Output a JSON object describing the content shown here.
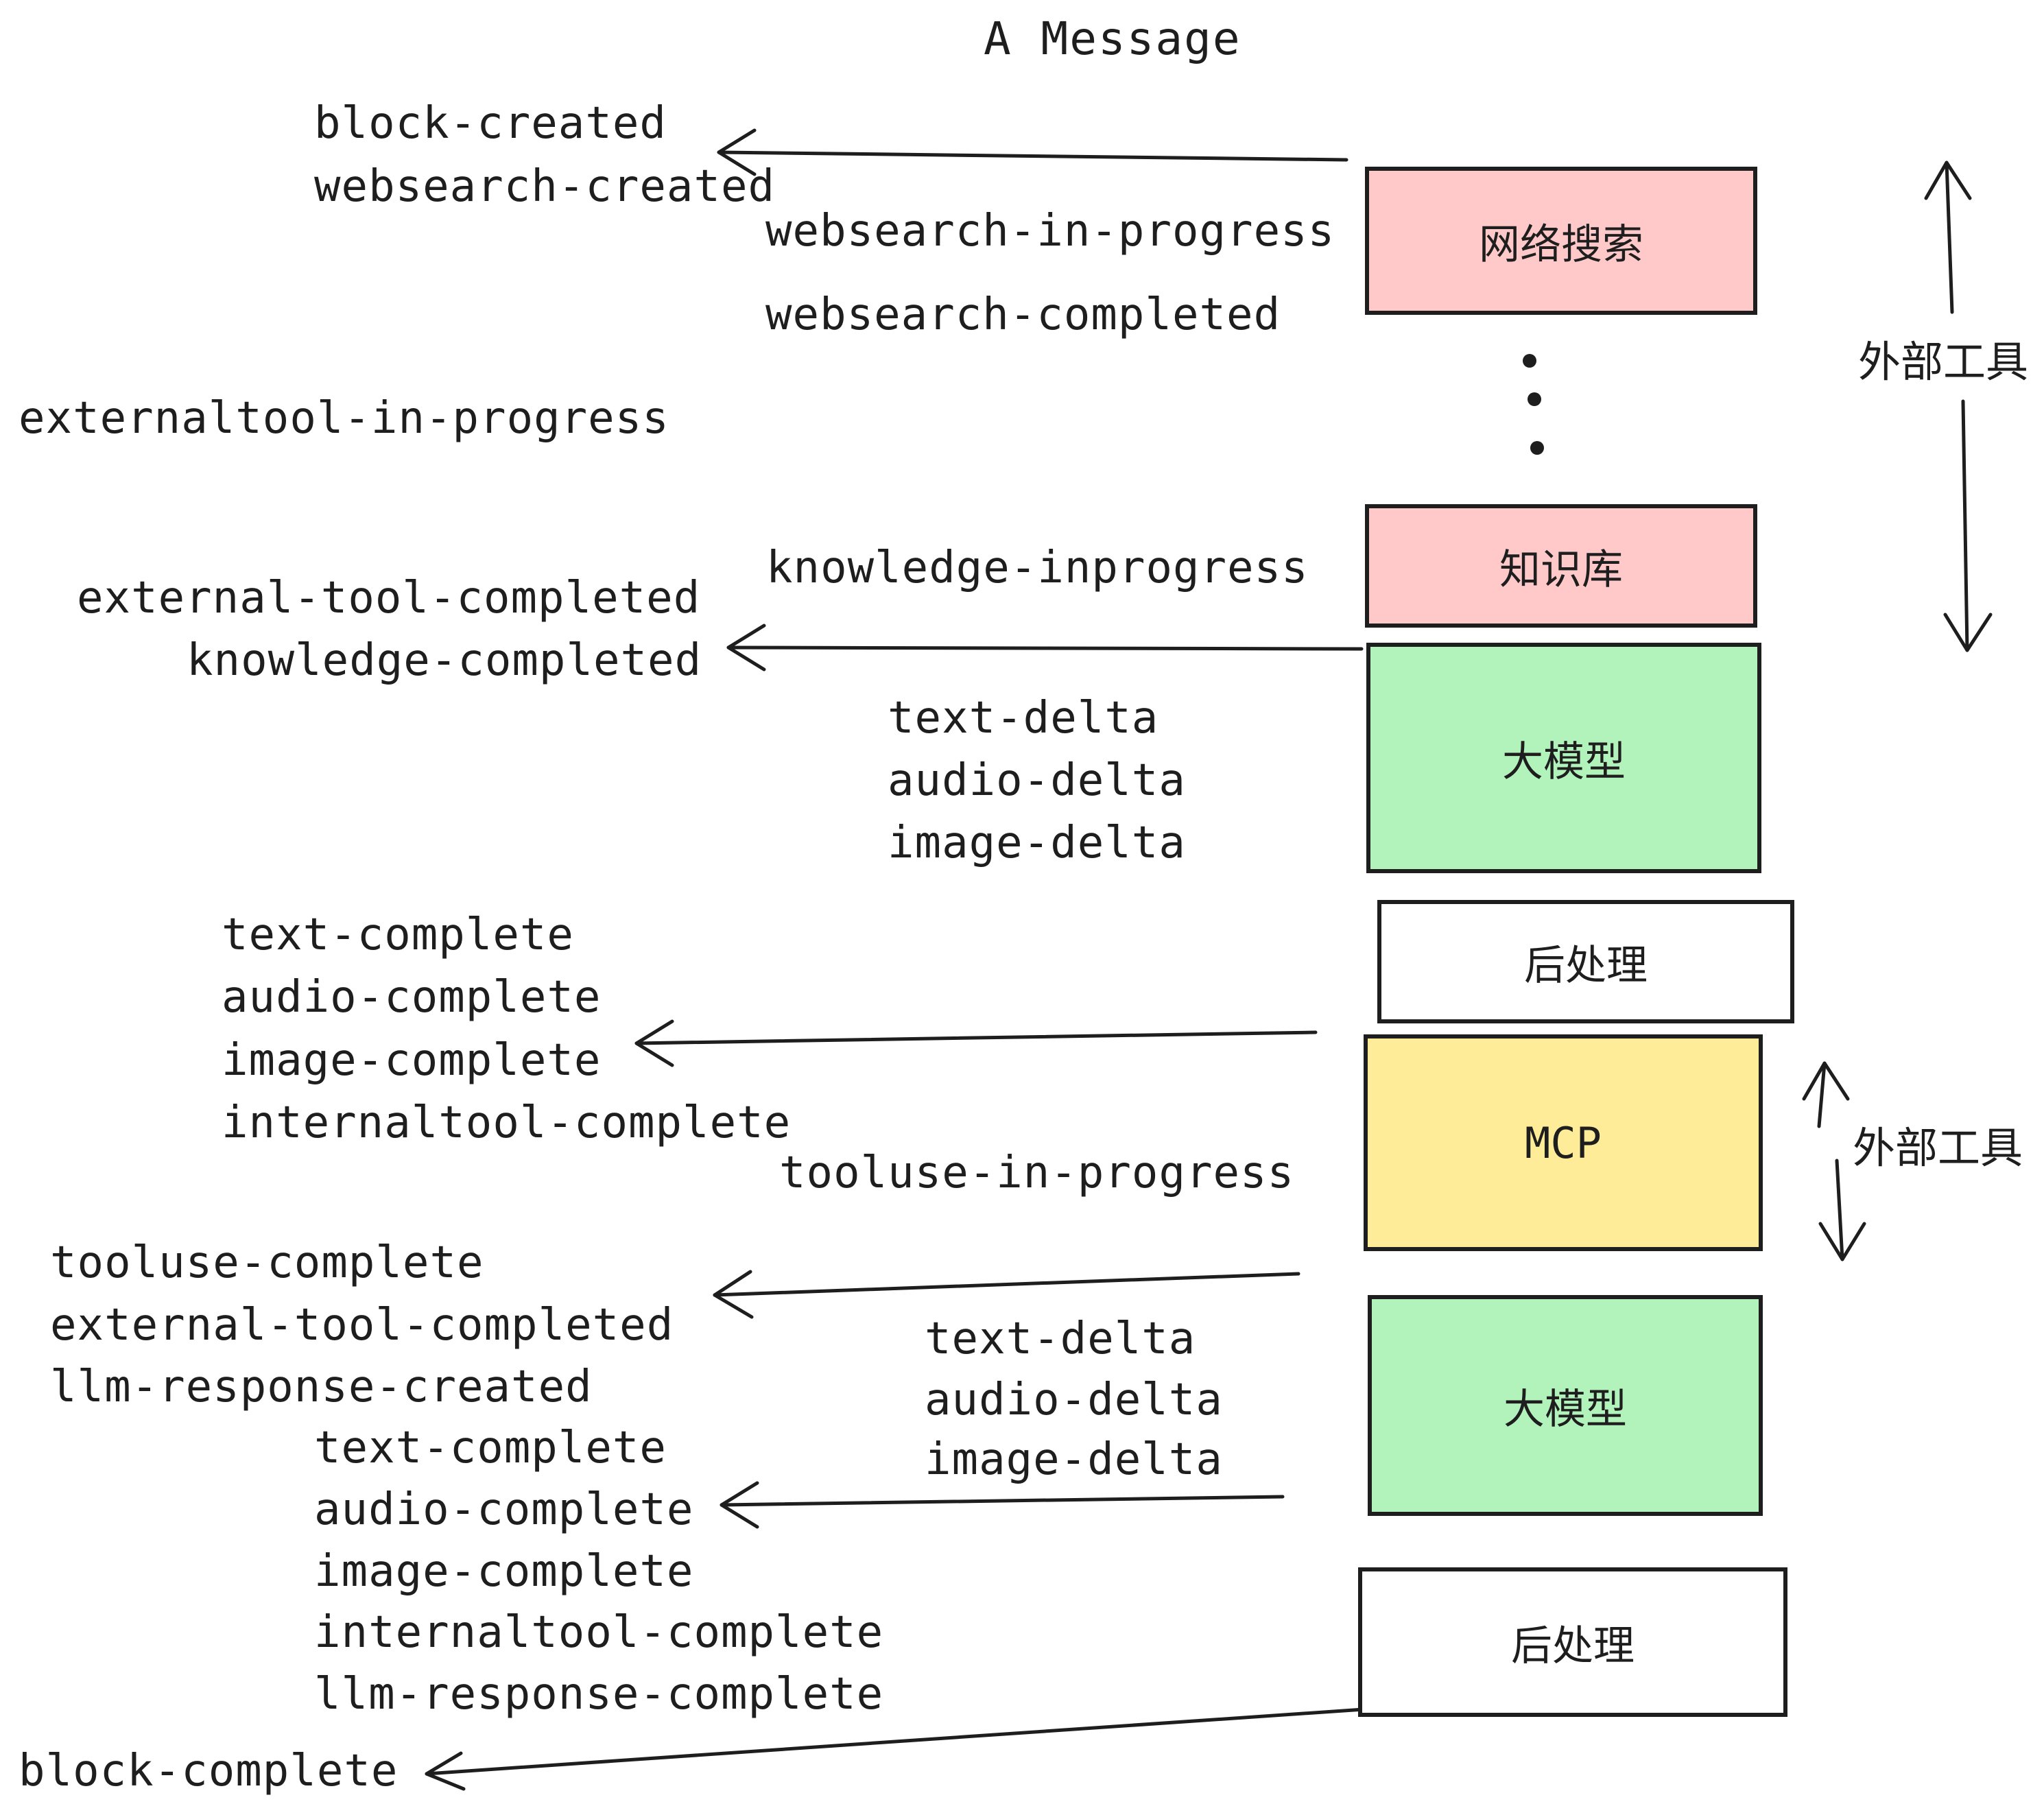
{
  "title": "A Message",
  "events": {
    "block_created": "block-created",
    "websearch_created": "websearch-created",
    "websearch_in_progress": "websearch-in-progress",
    "websearch_completed": "websearch-completed",
    "externaltool_in_progress": "externaltool-in-progress",
    "knowledge_inprogress": "knowledge-inprogress",
    "external_tool_completed": "external-tool-completed",
    "knowledge_completed": "knowledge-completed",
    "text_delta": "text-delta",
    "audio_delta": "audio-delta",
    "image_delta": "image-delta",
    "text_complete": "text-complete",
    "audio_complete": "audio-complete",
    "image_complete": "image-complete",
    "internaltool_complete": "internaltool-complete",
    "tooluse_in_progress": "tooluse-in-progress",
    "tooluse_complete": "tooluse-complete",
    "llm_response_created": "llm-response-created",
    "llm_response_complete": "llm-response-complete",
    "block_complete": "block-complete"
  },
  "stages": {
    "websearch": "网络搜索",
    "knowledge": "知识库",
    "llm": "大模型",
    "postprocess": "后处理",
    "mcp": "MCP"
  },
  "side_labels": {
    "external_tools": "外部工具"
  },
  "colors": {
    "stroke": "#1e1e1e",
    "stage_pink": "#ffc9c9",
    "stage_green": "#b2f2bb",
    "stage_yellow": "#ffec99",
    "stage_white": "#ffffff",
    "background": "#ffffff"
  }
}
